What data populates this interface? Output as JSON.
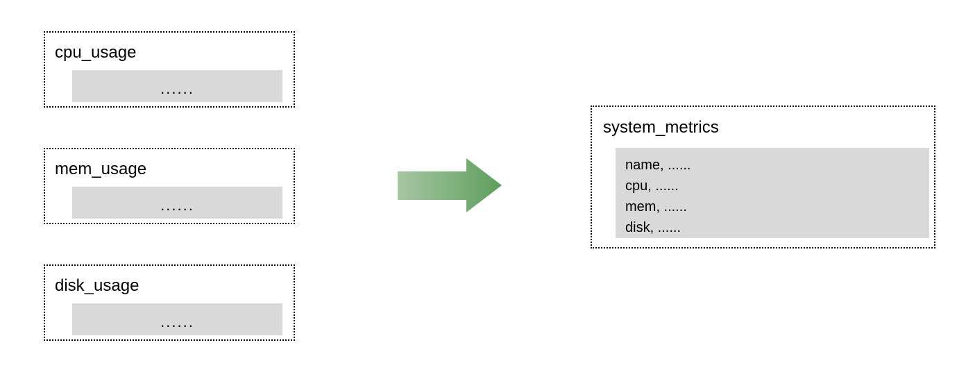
{
  "diagram": {
    "type": "data-flow",
    "sources": [
      {
        "id": "cpu",
        "title": "cpu_usage",
        "panel_text": "......"
      },
      {
        "id": "mem",
        "title": "mem_usage",
        "panel_text": "......"
      },
      {
        "id": "disk",
        "title": "disk_usage",
        "panel_text": "......"
      }
    ],
    "arrow": {
      "name": "merge-arrow",
      "direction": "right",
      "gradient_from": "#a6c6a2",
      "gradient_to": "#5e9e5e"
    },
    "target": {
      "id": "system",
      "title": "system_metrics",
      "fields": [
        "name, ......",
        "cpu, ......",
        "mem, ......",
        "disk, ......"
      ]
    }
  },
  "colors": {
    "panel_fill": "#d9d9d9",
    "border": "#000000",
    "background": "#ffffff"
  }
}
